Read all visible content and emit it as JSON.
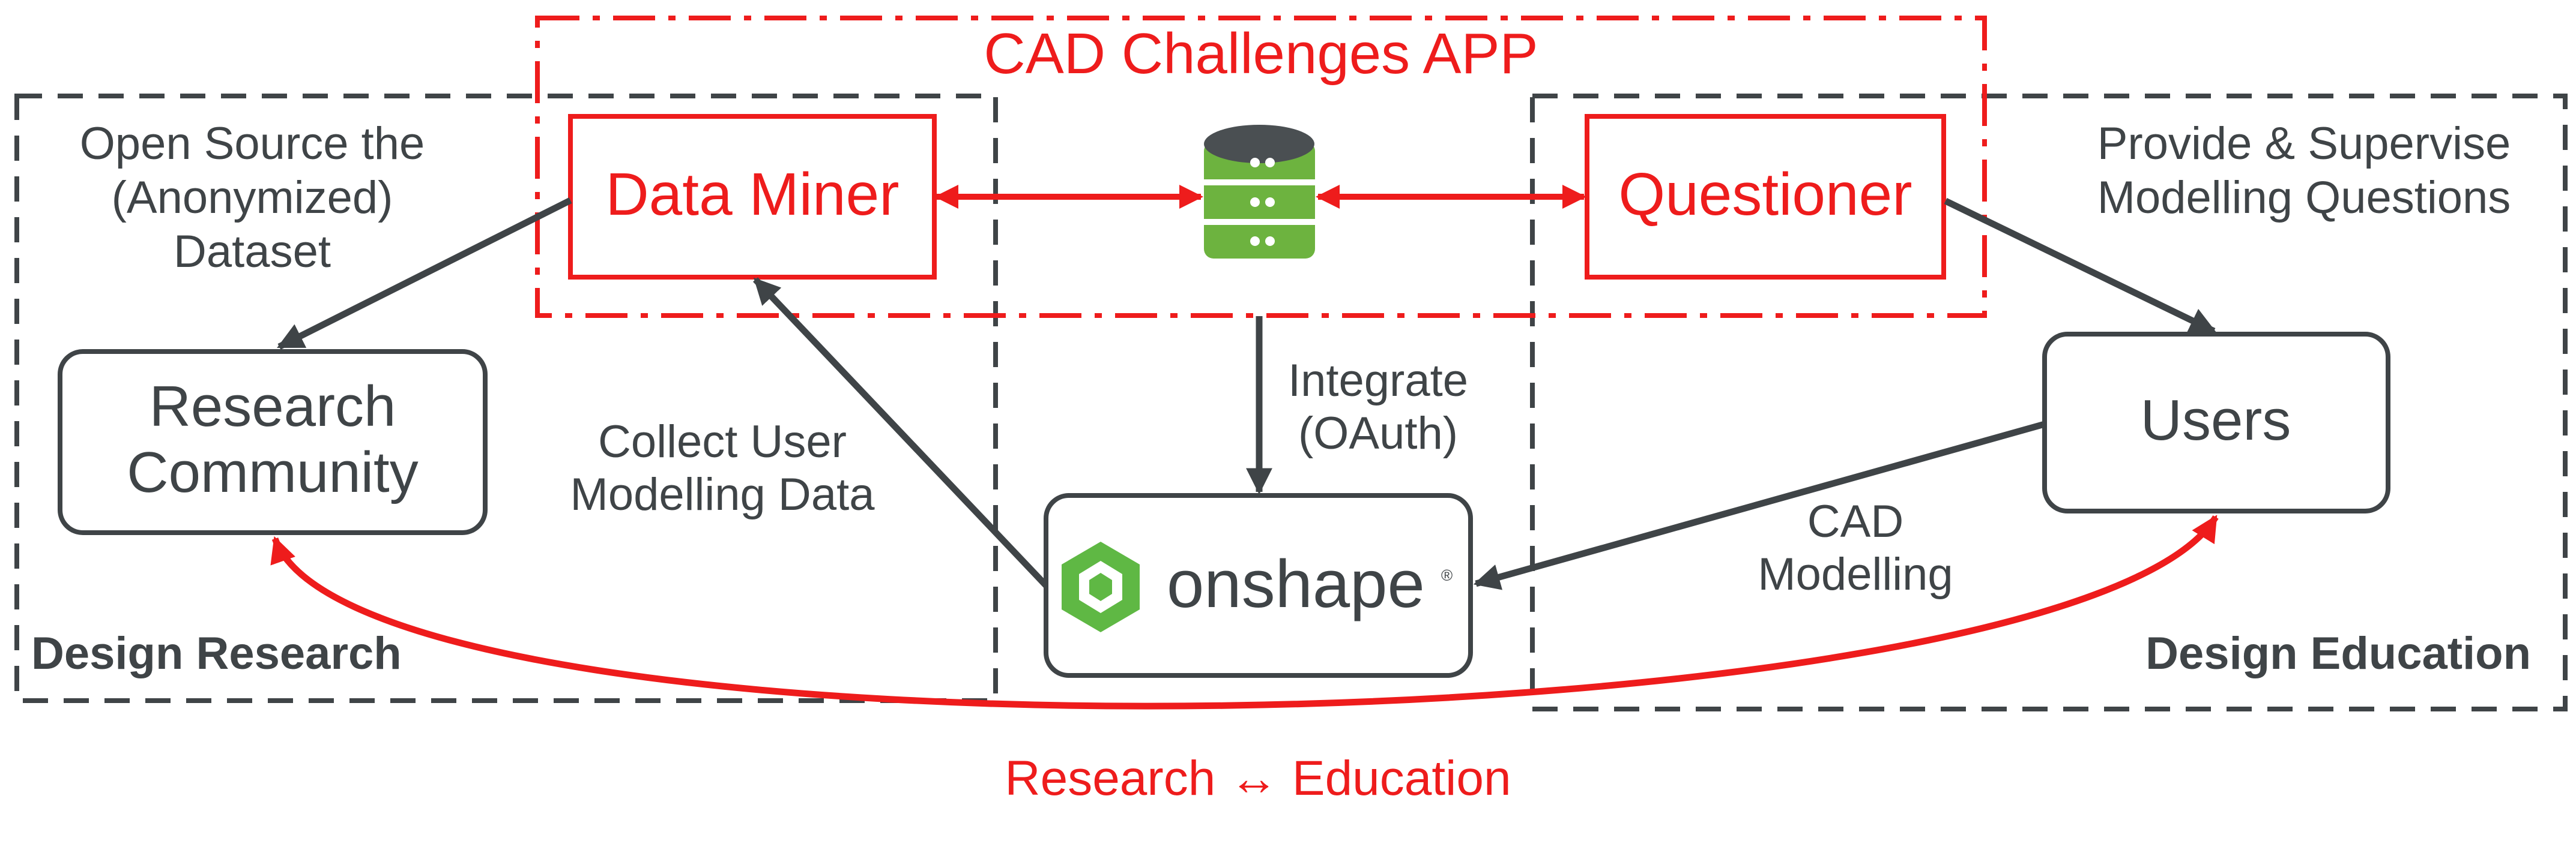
{
  "app": {
    "title": "CAD Challenges APP"
  },
  "nodes": {
    "data_miner": "Data Miner",
    "questioner": "Questioner",
    "research_community": [
      "Research",
      "Community"
    ],
    "users": "Users",
    "onshape": "onshape",
    "onshape_mark": "®"
  },
  "annotations": {
    "open_source": [
      "Open Source the",
      "(Anonymized)",
      "Dataset"
    ],
    "provide_supervise": [
      "Provide & Supervise",
      "Modelling Questions"
    ],
    "integrate": [
      "Integrate",
      "(OAuth)"
    ],
    "collect": [
      "Collect User",
      "Modelling Data"
    ],
    "cad_modelling": [
      "CAD",
      "Modelling"
    ],
    "research_education": "Research ↔ Education"
  },
  "groups": {
    "design_research": "Design Research",
    "design_education": "Design Education"
  },
  "colors": {
    "accent_red": "#ee1c1c",
    "dark": "#3f4447",
    "database_green": "#6db33f",
    "database_top": "#4a4f52",
    "onshape_green": "#5fb844"
  },
  "icons": {
    "database": "database-icon",
    "onshape_logo": "onshape-logo-icon"
  }
}
